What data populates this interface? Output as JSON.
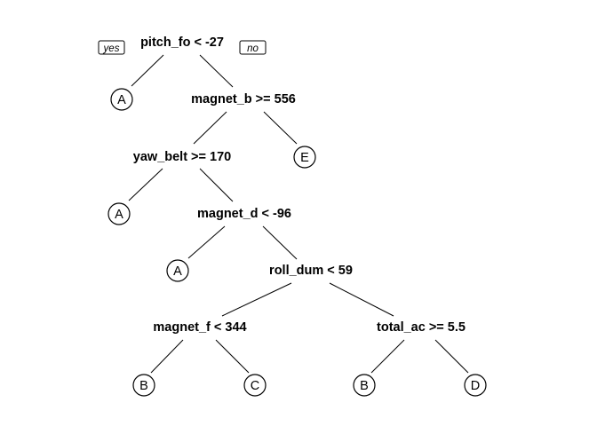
{
  "tree": {
    "branch_labels": {
      "yes": "yes",
      "no": "no"
    },
    "splits": {
      "pitch": "pitch_fo < -27",
      "magnet_b": "magnet_b >= 556",
      "yaw": "yaw_belt >= 170",
      "magnet_d": "magnet_d < -96",
      "roll": "roll_dum < 59",
      "magnet_f": "magnet_f < 344",
      "total": "total_ac >= 5.5"
    },
    "leaves": {
      "l1": "A",
      "l2": "E",
      "l3": "A",
      "l4": "A",
      "l5": "B",
      "l6": "C",
      "l7": "B",
      "l8": "D"
    }
  }
}
